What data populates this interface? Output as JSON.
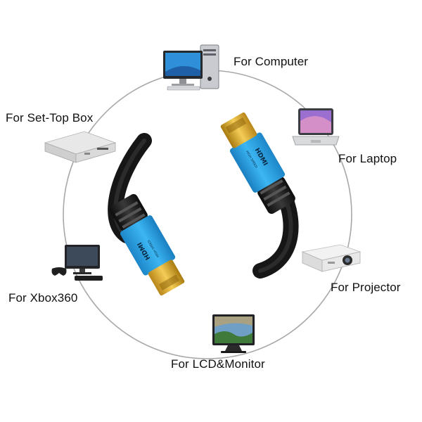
{
  "labels": {
    "computer": "For Computer",
    "laptop": "For Laptop",
    "set_top_box": "For Set-Top Box",
    "projector": "For Projector",
    "xbox360": "For Xbox360",
    "lcd_monitor": "For  LCD&Monitor"
  },
  "connector_text": {
    "brand": "HDMI",
    "spec": "HIGH SPEED"
  },
  "colors": {
    "ring": "#9a9a9a",
    "connector_blue": "#2aa3e6",
    "cable_black": "#1b1b1b",
    "gold": "#d9a428"
  },
  "icons": [
    "desktop-computer-icon",
    "laptop-icon",
    "set-top-box-icon",
    "projector-icon",
    "game-console-icon",
    "lcd-monitor-icon"
  ]
}
